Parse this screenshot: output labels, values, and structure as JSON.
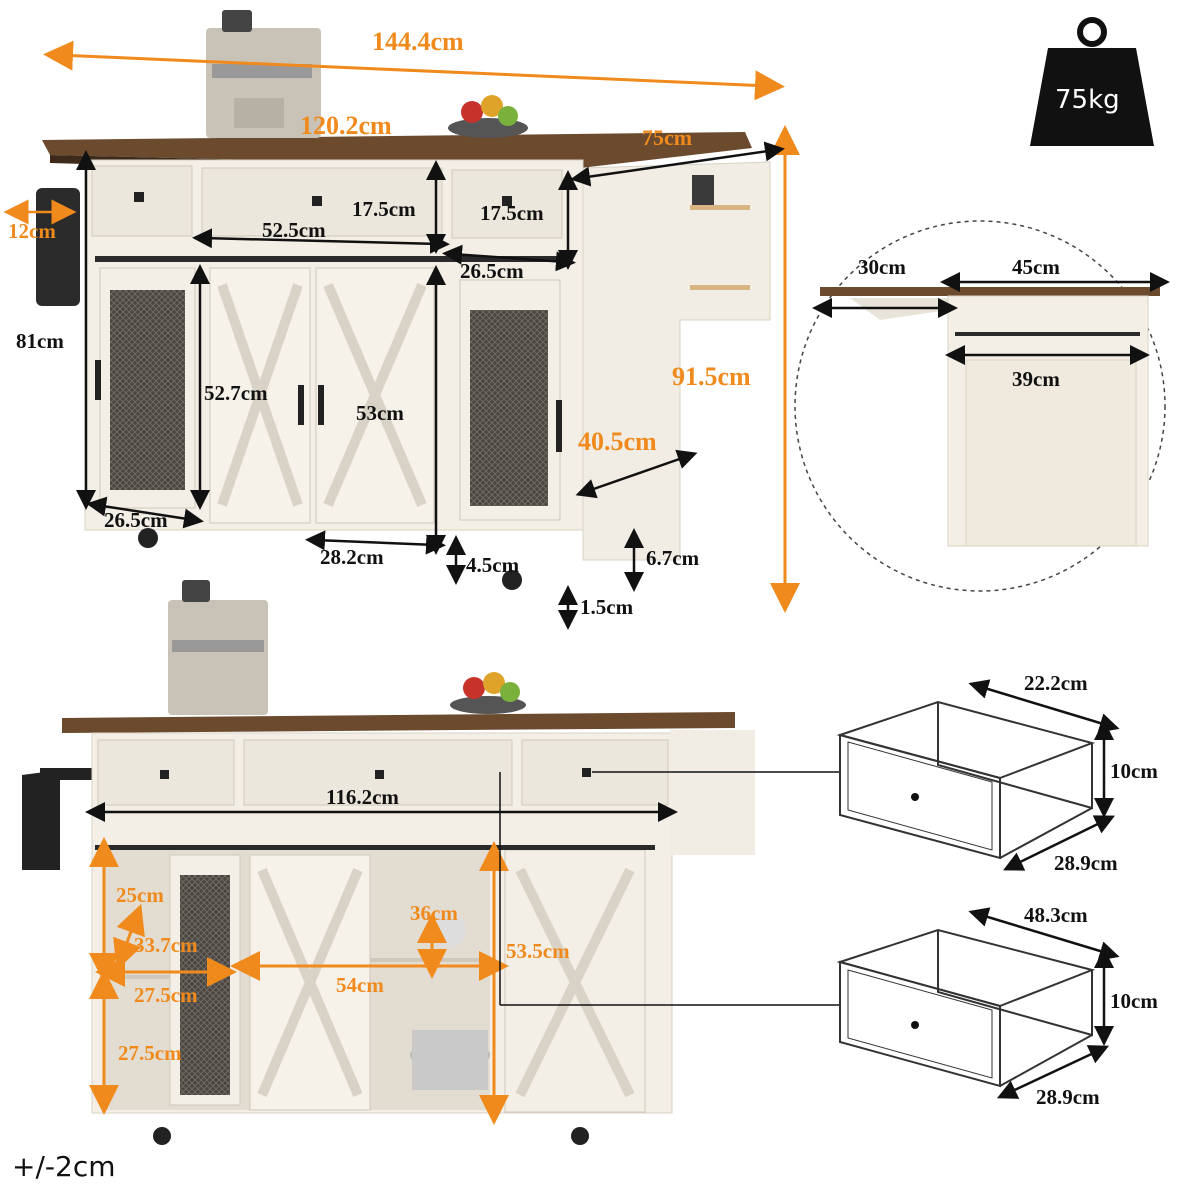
{
  "weight": {
    "label": "75kg"
  },
  "tolerance": "+/-2cm",
  "top_view": {
    "overall_width": "144.4cm",
    "top_width": "120.2cm",
    "depth": "75cm",
    "handle_out": "12cm",
    "drawer_h_left": "17.5cm",
    "drawer_h_right": "17.5cm",
    "drawer_w_mid": "52.5cm",
    "drawer_w_right": "26.5cm",
    "body_h": "81cm",
    "door_h_left": "52.7cm",
    "door_h_right": "53cm",
    "total_h": "91.5cm",
    "side_depth": "40.5cm",
    "cab_w_left": "26.5cm",
    "door_w": "28.2cm",
    "base_h": "4.5cm",
    "wheel_h": "6.7cm",
    "floor_gap": "1.5cm"
  },
  "detail_circle": {
    "leaf": "30cm",
    "top": "45cm",
    "rail": "39cm"
  },
  "bottom_view": {
    "inner_width": "116.2cm",
    "shelf_h_top": "25cm",
    "shelf_diag": "33.7cm",
    "shelf_w": "27.5cm",
    "shelf_h_bottom": "27.5cm",
    "mid_h": "36cm",
    "mid_w": "54cm",
    "right_h": "53.5cm"
  },
  "drawer_small": {
    "width": "22.2cm",
    "height": "10cm",
    "depth": "28.9cm"
  },
  "drawer_large": {
    "width": "48.3cm",
    "height": "10cm",
    "depth": "28.9cm"
  }
}
